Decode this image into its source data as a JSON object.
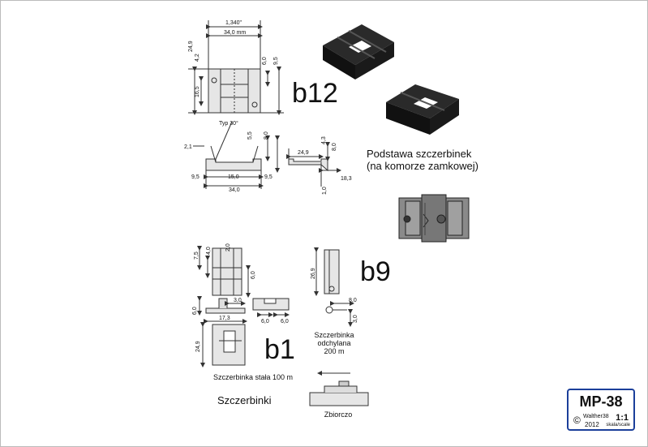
{
  "parts": {
    "b12": "b12",
    "b9": "b9",
    "b1": "b1"
  },
  "captions": {
    "base_line1": "Podstawa szczerbinek",
    "base_line2": "(na komorze zamkowej)",
    "fixed": "Szczerbinka stała 100 m",
    "folding_line1": "Szczerbinka",
    "folding_line2": "odchylana",
    "folding_line3": "200 m",
    "sights": "Szczerbinki",
    "assembly": "Zbiorczo"
  },
  "dimensions": {
    "width_in": "1,340\"",
    "width_mm": "34,0 mm",
    "h_24_9": "24,9",
    "h_4_2": "4,2",
    "h_16_5": "16,5",
    "h_6_0": "6,0",
    "h_9_5": "9,5",
    "typ": "Typ 30°",
    "d_2_1": "2,1",
    "d_5_5": "5,5",
    "d_8_0": "8,0",
    "d_9_5a": "9,5",
    "d_15_0": "15,0",
    "d_9_5b": "9,5",
    "d_34_0": "34,0",
    "s_24_9": "24,9",
    "s_4_3": "4,3",
    "s_8_0": "8,0",
    "s_18_3": "18,3",
    "s_1_0": "1,0",
    "b1_7_5": "7,5",
    "b1_4_0": "4,0",
    "b1_2_0": "2,0",
    "b1_6_0": "6,0",
    "b1_3_0": "3,0",
    "b1_6_0b": "6,0",
    "b1_17_3": "17,3",
    "b1_24_9": "24,9",
    "b1_6_0c": "6,0",
    "b1_6_0d": "6,0",
    "b9_26_9": "26,9",
    "b9_8_0": "8,0",
    "b9_3_0": "3,0"
  },
  "stamp": {
    "code": "MP-38",
    "copyright": "©",
    "author": "Walther38",
    "year": "2012",
    "scale": "1:1",
    "scale_label": "skala/scale"
  },
  "colors": {
    "line": "#333333",
    "part_fill": "#dcdcdc",
    "photo_dark": "#1a1a1a",
    "stamp_border": "#1b3f9a"
  }
}
